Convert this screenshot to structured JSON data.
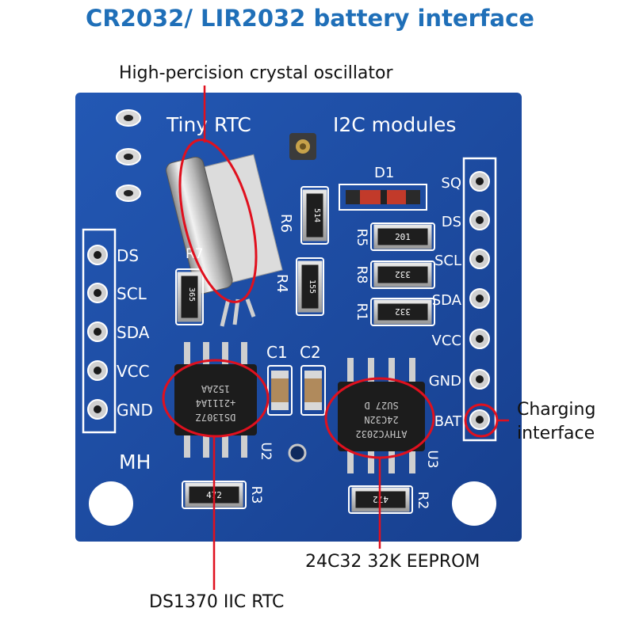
{
  "title": "CR2032/ LIR2032 battery interface",
  "callouts": {
    "crystal": "High-percision crystal oscillator",
    "charging_line1": "Charging",
    "charging_line2": "interface",
    "eeprom": "24C32 32K EEPROM",
    "rtc": "DS1370 IIC RTC"
  },
  "board": {
    "name": "Tiny RTC",
    "subtitle": "I2C  modules",
    "maker": "MH",
    "left_pins": [
      "DS",
      "SCL",
      "SDA",
      "VCC",
      "GND"
    ],
    "right_pins": [
      "SQ",
      "DS",
      "SCL",
      "SDA",
      "VCC",
      "GND",
      "BAT"
    ],
    "refs": [
      "R6",
      "R5",
      "R7",
      "R4",
      "R8",
      "R1",
      "D1",
      "C1",
      "C2",
      "U2",
      "U3",
      "R3",
      "R2"
    ],
    "resistor_codes": [
      "514",
      "201",
      "155",
      "332",
      "332",
      "365",
      "472",
      "472"
    ],
    "rtc_chip": [
      "DS1307Z",
      "+2111A4",
      "152AA"
    ],
    "eeprom_chip": [
      "ATHYC2032",
      "24C32N",
      "SU27 D"
    ]
  },
  "colors": {
    "title": "#1f6fb8",
    "pcb": "#1d4fa8",
    "highlight": "#e0101e",
    "silk": "#ffffff"
  }
}
